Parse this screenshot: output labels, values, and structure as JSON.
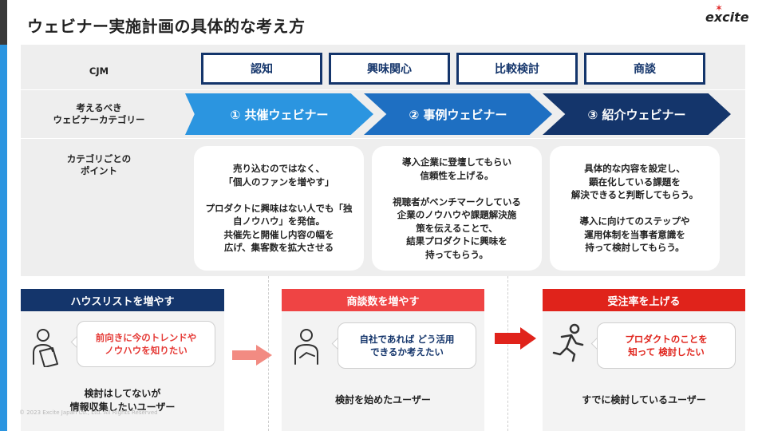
{
  "title": "ウェビナー実施計画の具体的な考え方",
  "logo": {
    "text": "excite",
    "mark": "✶"
  },
  "rows": {
    "cjm_label": "CJM",
    "category_label": "考えるべき\nウェビナーカテゴリー",
    "points_label": "カテゴリごとの\nポイント"
  },
  "cjm_stages": [
    "認知",
    "興味関心",
    "比較検討",
    "商談"
  ],
  "categories": [
    "① 共催ウェビナー",
    "② 事例ウェビナー",
    "③ 紹介ウェビナー"
  ],
  "points": [
    "売り込むのではなく、\n「個人のファンを増やす」\n\nプロダクトに興味はない人でも「独\n自ノウハウ」を発信。\n共催先と開催し内容の幅を\n広げ、集客数を拡大させる",
    "導入企業に登壇してもらい\n信頼性を上げる。\n\n視聴者がベンチマークしている\n企業のノウハウや課題解決施\n策を伝えることで、\n結果プロダクトに興味を\n持ってもらう。",
    "具体的な内容を設定し、\n顕在化している課題を\n解決できると判断してもらう。\n\n導入に向けてのステップや\n運用体制を当事者意識を\n持って検討してもらう。"
  ],
  "goals": [
    {
      "header": "ハウスリストを増やす",
      "bubble": "前向きに今のトレンドや\nノウハウを知りたい",
      "audience": "検討はしてないが\n情報収集したいユーザー",
      "header_color": "#14356b",
      "bubble_color": "#e53935",
      "icon": "person-reading-icon"
    },
    {
      "header": "商談数を増やす",
      "bubble": "自社であれば どう活用\nできるか考えたい",
      "audience": "検討を始めたユーザー",
      "header_color": "#ef4444",
      "bubble_color": "#14356b",
      "icon": "person-thinking-icon"
    },
    {
      "header": "受注率を上げる",
      "bubble": "プロダクトのことを\n知って 検討したい",
      "audience": "すでに検討しているユーザー",
      "header_color": "#e0231b",
      "bubble_color": "#e0231b",
      "icon": "person-running-icon"
    }
  ],
  "colors": {
    "navy": "#14356b",
    "chevron1": "#2b95e0",
    "chevron2": "#1e6fc2",
    "chevron3": "#14356b",
    "accent_blue": "#2b95e0",
    "arrow_light": "#f28b82",
    "arrow_strong": "#e0231b"
  },
  "copyright": "© 2023 Excite Japan Co., Ltd. All Rights Reserved"
}
